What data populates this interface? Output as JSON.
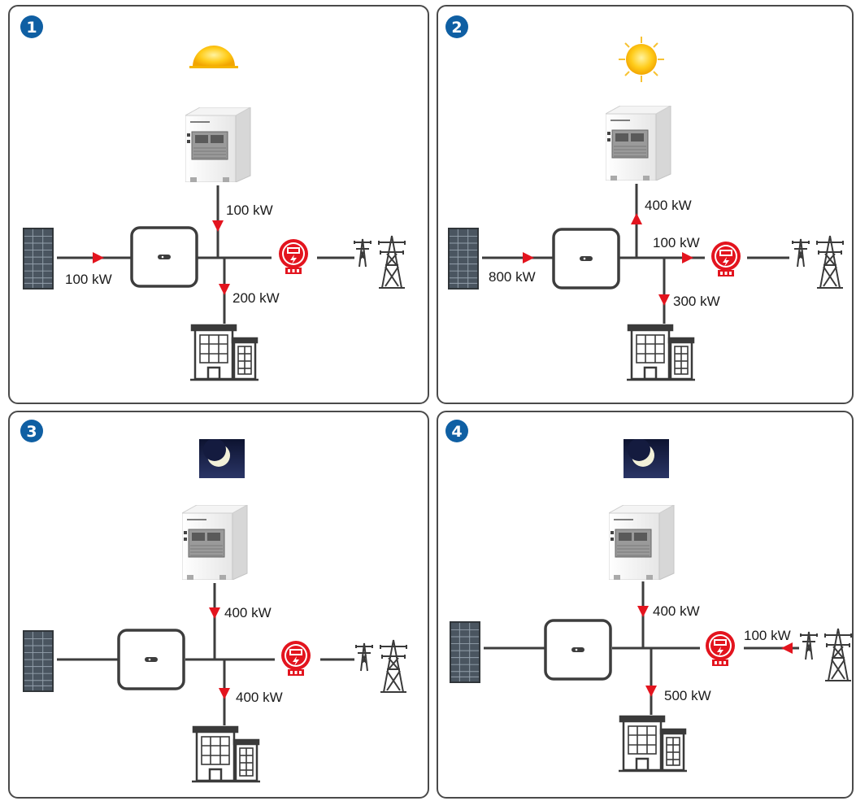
{
  "panels": [
    {
      "number": "1",
      "condition": "sunrise",
      "labels": {
        "pv": "100 kW",
        "ess": "100 kW",
        "load": "200 kW",
        "grid": ""
      }
    },
    {
      "number": "2",
      "condition": "sunny",
      "labels": {
        "pv": "800 kW",
        "ess": "400 kW",
        "load": "300 kW",
        "grid": "100 kW"
      }
    },
    {
      "number": "3",
      "condition": "night",
      "labels": {
        "pv": "",
        "ess": "400 kW",
        "load": "400 kW",
        "grid": ""
      }
    },
    {
      "number": "4",
      "condition": "night",
      "labels": {
        "pv": "",
        "ess": "400 kW",
        "load": "500 kW",
        "grid": "100 kW"
      }
    }
  ],
  "icons": {
    "badge": "number-badge-icon",
    "sunrise": "sunrise-icon",
    "sunny": "sun-icon",
    "night": "moon-icon",
    "ess": "energy-storage-cabinet-icon",
    "pv": "solar-panel-icon",
    "inverter": "inverter-icon",
    "meter": "smart-meter-icon",
    "grid": "transmission-tower-icon",
    "load": "building-icon",
    "arrow": "flow-arrow-icon"
  },
  "colors": {
    "arrow": "#e3141e",
    "meter": "#e3141e",
    "badge": "#0f5fa3",
    "line": "#3d3d3d"
  }
}
